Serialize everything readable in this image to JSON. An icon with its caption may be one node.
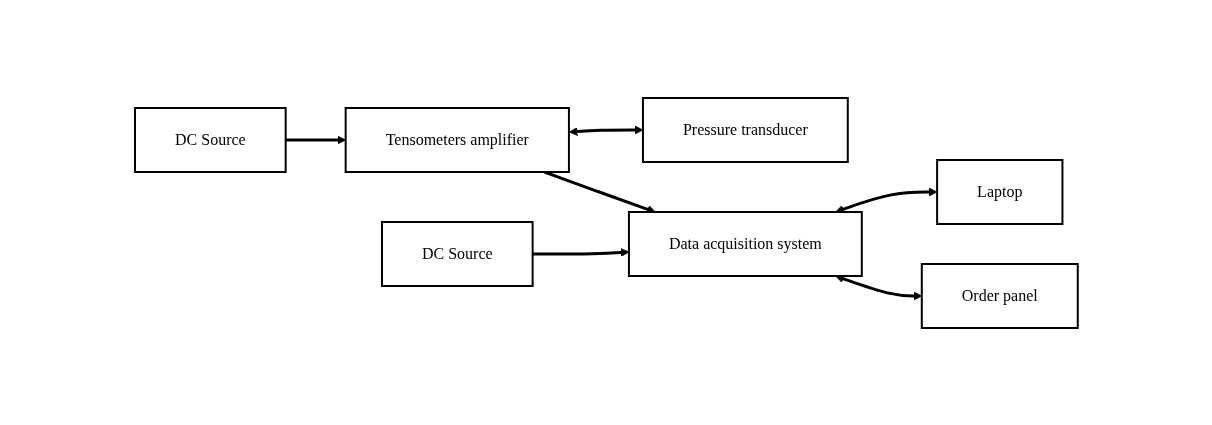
{
  "diagram": {
    "nodes": [
      {
        "text": [
          "DC Source"
        ]
      },
      {
        "text": [
          "Pressure transducer"
        ]
      },
      {
        "text": [
          "Tensometers amplifier"
        ]
      },
      {
        "text": [
          "Laptop"
        ]
      },
      {
        "text": [
          "Data acquisition system"
        ]
      },
      {
        "text": [
          "Order panel"
        ]
      },
      {
        "text": [
          "DC Source"
        ]
      }
    ],
    "edges": [
      {
        "from": 0,
        "to": 2,
        "arrow": "to"
      },
      {
        "from": 2,
        "to": 1,
        "arrow": "both"
      },
      {
        "from": 2,
        "to": 4,
        "arrow": "to"
      },
      {
        "from": 4,
        "to": 3,
        "arrow": "both"
      },
      {
        "from": 4,
        "to": 5,
        "arrow": "both"
      },
      {
        "from": 6,
        "to": 4,
        "arrow": "to"
      }
    ]
  }
}
